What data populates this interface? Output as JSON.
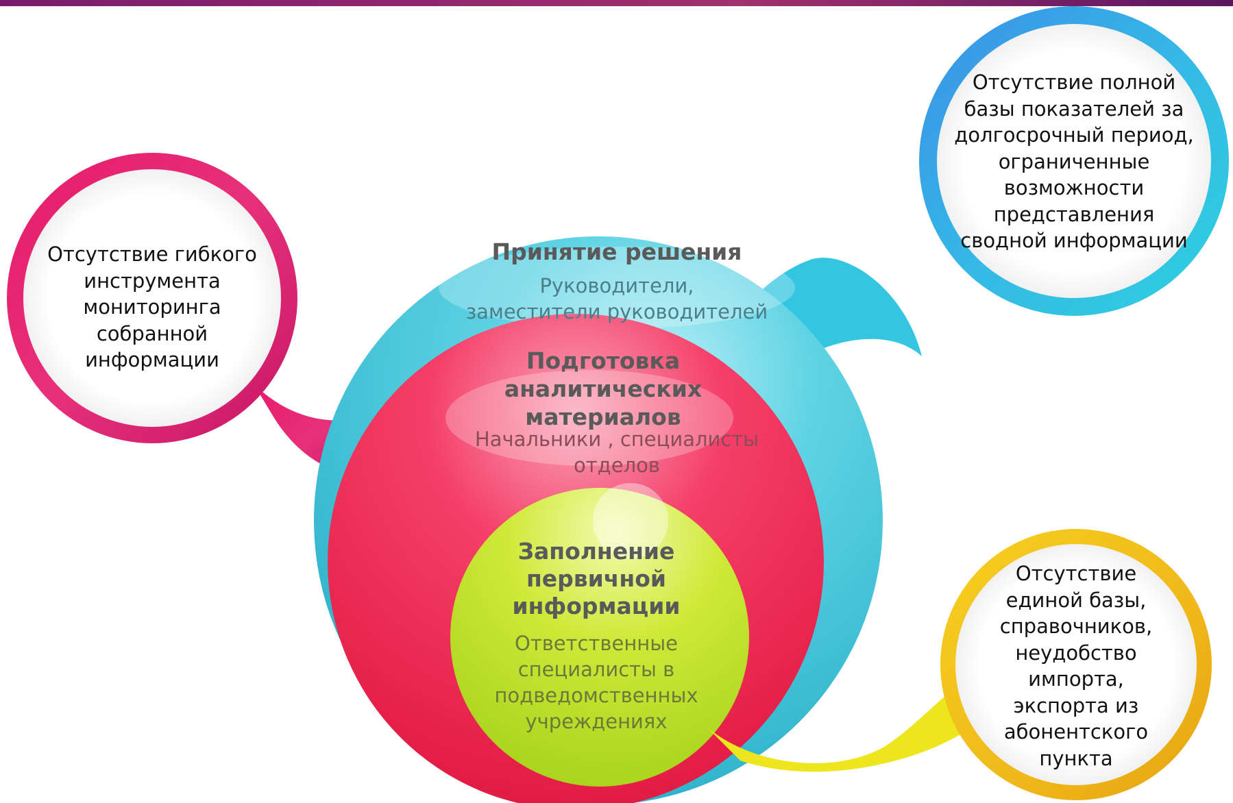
{
  "colors": {
    "top_bar": "#7a1a6e",
    "outer_circle": "#3fc3d8",
    "middle_circle": "#f21d4f",
    "inner_circle": "#b8e21a",
    "left_bubble": "#e01f6e",
    "top_right_bubble": "#3fb0e6",
    "bottom_right_bubble": "#f0c419"
  },
  "levels": {
    "outer": {
      "title": "Принятие решения",
      "subtitle_lines": [
        "Руководители,",
        "заместители руководителей"
      ]
    },
    "middle": {
      "title_lines": [
        "Подготовка",
        "аналитических",
        "материалов"
      ],
      "subtitle_lines": [
        "Начальники , специалисты",
        "отделов"
      ]
    },
    "inner": {
      "title_lines": [
        "Заполнение",
        "первичной",
        "информации"
      ],
      "subtitle_lines": [
        "Ответственные",
        "специалисты в",
        "подведомственных",
        "учреждениях"
      ]
    }
  },
  "problems": {
    "left": {
      "lines": [
        "Отсутствие гибкого",
        "инструмента",
        "мониторинга",
        "собранной",
        "информации"
      ]
    },
    "top_right": {
      "lines": [
        "Отсутствие полной",
        "базы показателей за",
        "долгосрочный период,",
        "ограниченные",
        "возможности",
        "представления",
        "сводной информации"
      ]
    },
    "bottom_right": {
      "lines": [
        "Отсутствие",
        "единой базы,",
        "справочников,",
        "неудобство",
        "импорта,",
        "экспорта из",
        "абонентского",
        "пункта"
      ]
    }
  }
}
